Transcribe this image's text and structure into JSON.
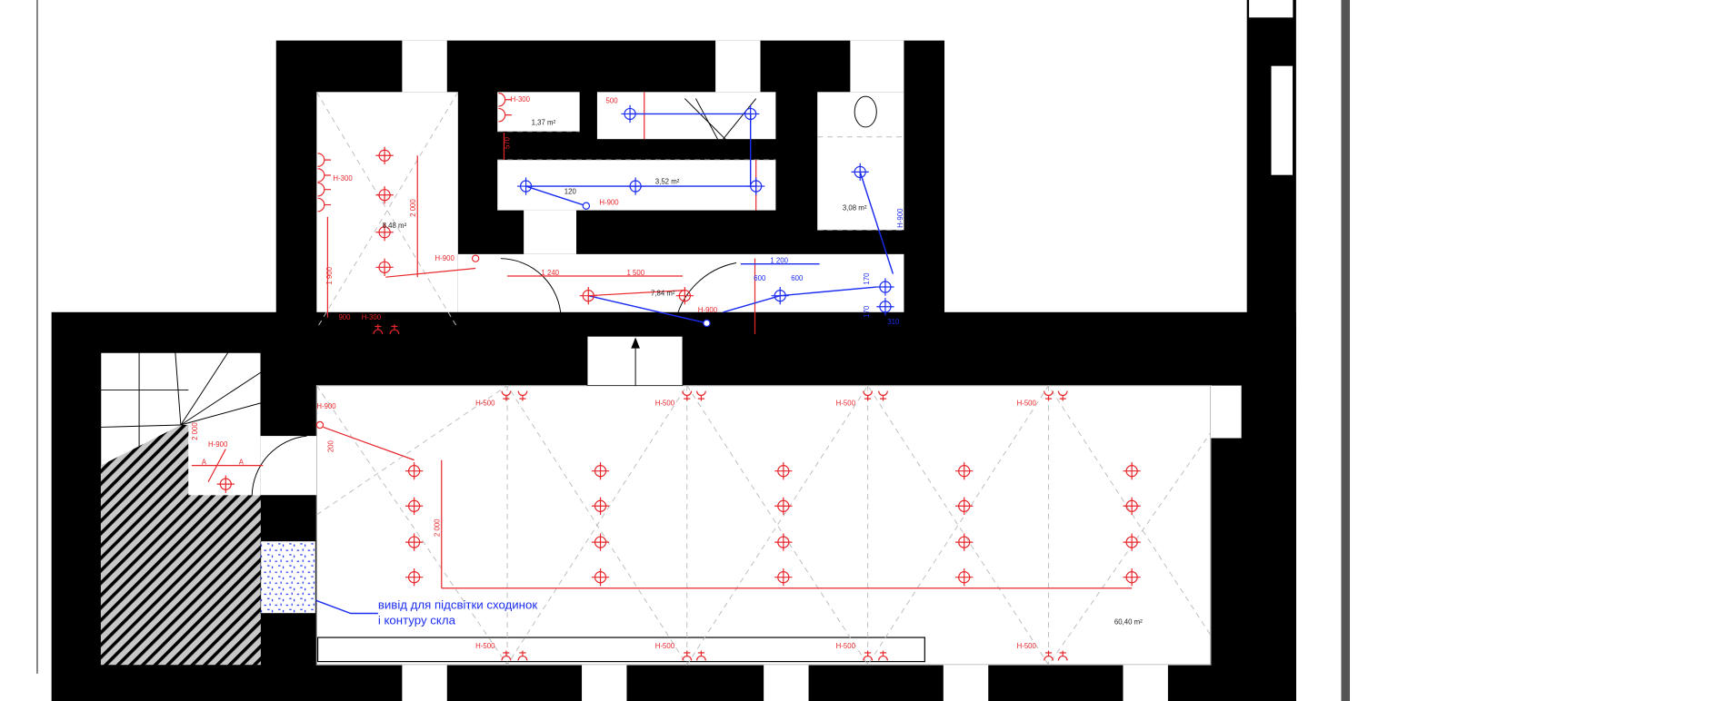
{
  "plan": {
    "areas": {
      "room_left": "8,48 m²",
      "closet": "1,37 m²",
      "corridor": "3,52 m²",
      "bathroom": "3,08 m²",
      "hall": "7,84 m²",
      "main_hall": "60,40 m²"
    },
    "heights": {
      "h300": "H-300",
      "h900": "H-900",
      "h500": "H-500"
    },
    "dims": {
      "d570": "570",
      "d500": "500",
      "d120": "120",
      "d2000": "2 000",
      "d1900": "1 900",
      "d900": "900",
      "d1240": "1 240",
      "d1500": "1 500",
      "d1200": "1 200",
      "d600": "600",
      "d170": "170",
      "d310": "310",
      "d200": "200",
      "a": "A"
    },
    "note": {
      "line1": "вивід для підсвітки сходинок",
      "line2": "і контуру скла"
    },
    "colors": {
      "lighting": "#e8262b",
      "switches": "#1a2cf0",
      "walls": "#000000",
      "grid": "#bdbdbd"
    }
  }
}
